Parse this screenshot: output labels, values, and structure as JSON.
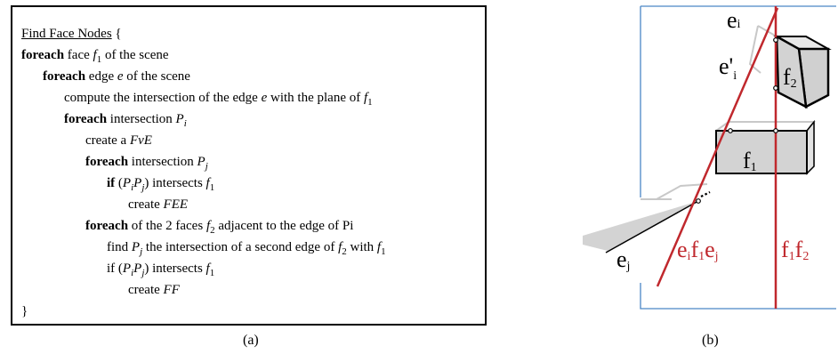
{
  "panel_a": {
    "caption": "(a)",
    "lines": [
      {
        "segs": [
          {
            "t": "Find Face Nodes",
            "c": "u"
          },
          {
            "t": " {",
            "c": ""
          }
        ]
      },
      {
        "segs": [
          {
            "t": "foreach",
            "c": "kw"
          },
          {
            "t": " face ",
            "c": ""
          },
          {
            "t": "f",
            "c": "m"
          },
          {
            "t": "1",
            "c": "sub"
          },
          {
            "t": " of the scene",
            "c": ""
          }
        ]
      },
      {
        "segs": [
          {
            "t": "foreach",
            "c": "kw"
          },
          {
            "t": " edge ",
            "c": ""
          },
          {
            "t": "e",
            "c": "m"
          },
          {
            "t": " of the scene",
            "c": ""
          }
        ]
      },
      {
        "segs": [
          {
            "t": "compute the intersection of the edge ",
            "c": ""
          },
          {
            "t": "e",
            "c": "m"
          },
          {
            "t": " with the plane of ",
            "c": ""
          },
          {
            "t": "f",
            "c": "m"
          },
          {
            "t": "1",
            "c": "sub"
          }
        ]
      },
      {
        "segs": [
          {
            "t": "foreach",
            "c": "kw"
          },
          {
            "t": " intersection ",
            "c": ""
          },
          {
            "t": "P",
            "c": "m"
          },
          {
            "t": "i",
            "c": "subm"
          }
        ]
      },
      {
        "segs": [
          {
            "t": "create a ",
            "c": ""
          },
          {
            "t": "FvE",
            "c": "m"
          }
        ]
      },
      {
        "segs": [
          {
            "t": "foreach",
            "c": "kw"
          },
          {
            "t": " intersection ",
            "c": ""
          },
          {
            "t": "P",
            "c": "m"
          },
          {
            "t": "j",
            "c": "subm"
          }
        ]
      },
      {
        "segs": [
          {
            "t": "if",
            "c": "kw"
          },
          {
            "t": "  (",
            "c": ""
          },
          {
            "t": "P",
            "c": "m"
          },
          {
            "t": "i",
            "c": "subm"
          },
          {
            "t": "P",
            "c": "m"
          },
          {
            "t": "j",
            "c": "subm"
          },
          {
            "t": ") intersects ",
            "c": ""
          },
          {
            "t": "f",
            "c": "m"
          },
          {
            "t": "1",
            "c": "sub"
          }
        ]
      },
      {
        "segs": [
          {
            "t": "create ",
            "c": ""
          },
          {
            "t": "FEE",
            "c": "m"
          }
        ]
      },
      {
        "segs": [
          {
            "t": "foreach",
            "c": "kw"
          },
          {
            "t": " of the 2 faces ",
            "c": ""
          },
          {
            "t": "f",
            "c": "m"
          },
          {
            "t": "2",
            "c": "sub"
          },
          {
            "t": " adjacent to the edge of Pi",
            "c": ""
          }
        ]
      },
      {
        "segs": [
          {
            "t": "find ",
            "c": ""
          },
          {
            "t": "P",
            "c": "m"
          },
          {
            "t": "j",
            "c": "subm"
          },
          {
            "t": " the intersection of a second edge of ",
            "c": ""
          },
          {
            "t": "f",
            "c": "m"
          },
          {
            "t": "2",
            "c": "sub"
          },
          {
            "t": " with ",
            "c": ""
          },
          {
            "t": "f",
            "c": "m"
          },
          {
            "t": "1",
            "c": "sub"
          }
        ]
      },
      {
        "segs": [
          {
            "t": "if (",
            "c": ""
          },
          {
            "t": "P",
            "c": "m"
          },
          {
            "t": "i",
            "c": "subm"
          },
          {
            "t": "P",
            "c": "m"
          },
          {
            "t": "j",
            "c": "subm"
          },
          {
            "t": ") intersects ",
            "c": ""
          },
          {
            "t": "f",
            "c": "m"
          },
          {
            "t": "1",
            "c": "sub"
          }
        ]
      },
      {
        "segs": [
          {
            "t": "create ",
            "c": ""
          },
          {
            "t": "FF",
            "c": "m"
          }
        ]
      },
      {
        "segs": [
          {
            "t": "}",
            "c": ""
          }
        ]
      }
    ]
  },
  "panel_b": {
    "caption": "(b)",
    "labels": {
      "ei_base": "e",
      "ei_sub": "i",
      "epi_base": "e'",
      "epi_sub": "i",
      "f2_base": "f",
      "f2_sub": "2",
      "f1_base": "f",
      "f1_sub": "1",
      "ej_base": "e",
      "ej_sub": "j",
      "eifej": [
        {
          "t": "e",
          "s": false
        },
        {
          "t": "i",
          "s": true
        },
        {
          "t": "f",
          "s": false
        },
        {
          "t": "1",
          "s": true
        },
        {
          "t": "e",
          "s": false
        },
        {
          "t": "j",
          "s": true
        }
      ],
      "f1f2": [
        {
          "t": "f",
          "s": false
        },
        {
          "t": "1",
          "s": true
        },
        {
          "t": "f",
          "s": false
        },
        {
          "t": "2",
          "s": true
        }
      ]
    },
    "colors": {
      "red": "#c0282d",
      "blue": "#4a86c5",
      "box": "#d3d3d3",
      "ghost": "#c8c8c8"
    }
  }
}
